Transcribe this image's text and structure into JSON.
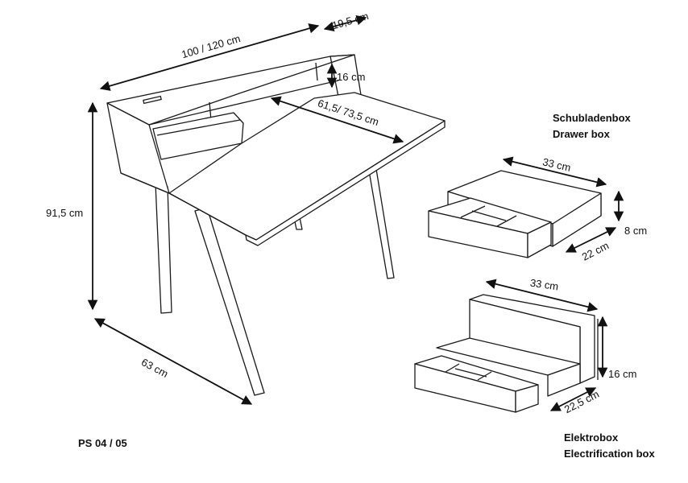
{
  "desk": {
    "width_label": "100 / 120 cm",
    "depth_top_label": "19,5 cm",
    "height_top_label": "16 cm",
    "inner_depth_label": "61,5/ 73,5  cm",
    "height_label": "91,5 cm",
    "depth_label": "63 cm"
  },
  "drawer_box": {
    "title_de": "Schubladenbox",
    "title_en": "Drawer box",
    "width_label": "33 cm",
    "height_label": "8 cm",
    "depth_label": "22 cm"
  },
  "electrification_box": {
    "title_de": "Elektrobox",
    "title_en": "Electrification box",
    "width_label": "33 cm",
    "height_label": "16 cm",
    "depth_label": "22,5 cm"
  },
  "model_code": "PS 04 / 05"
}
